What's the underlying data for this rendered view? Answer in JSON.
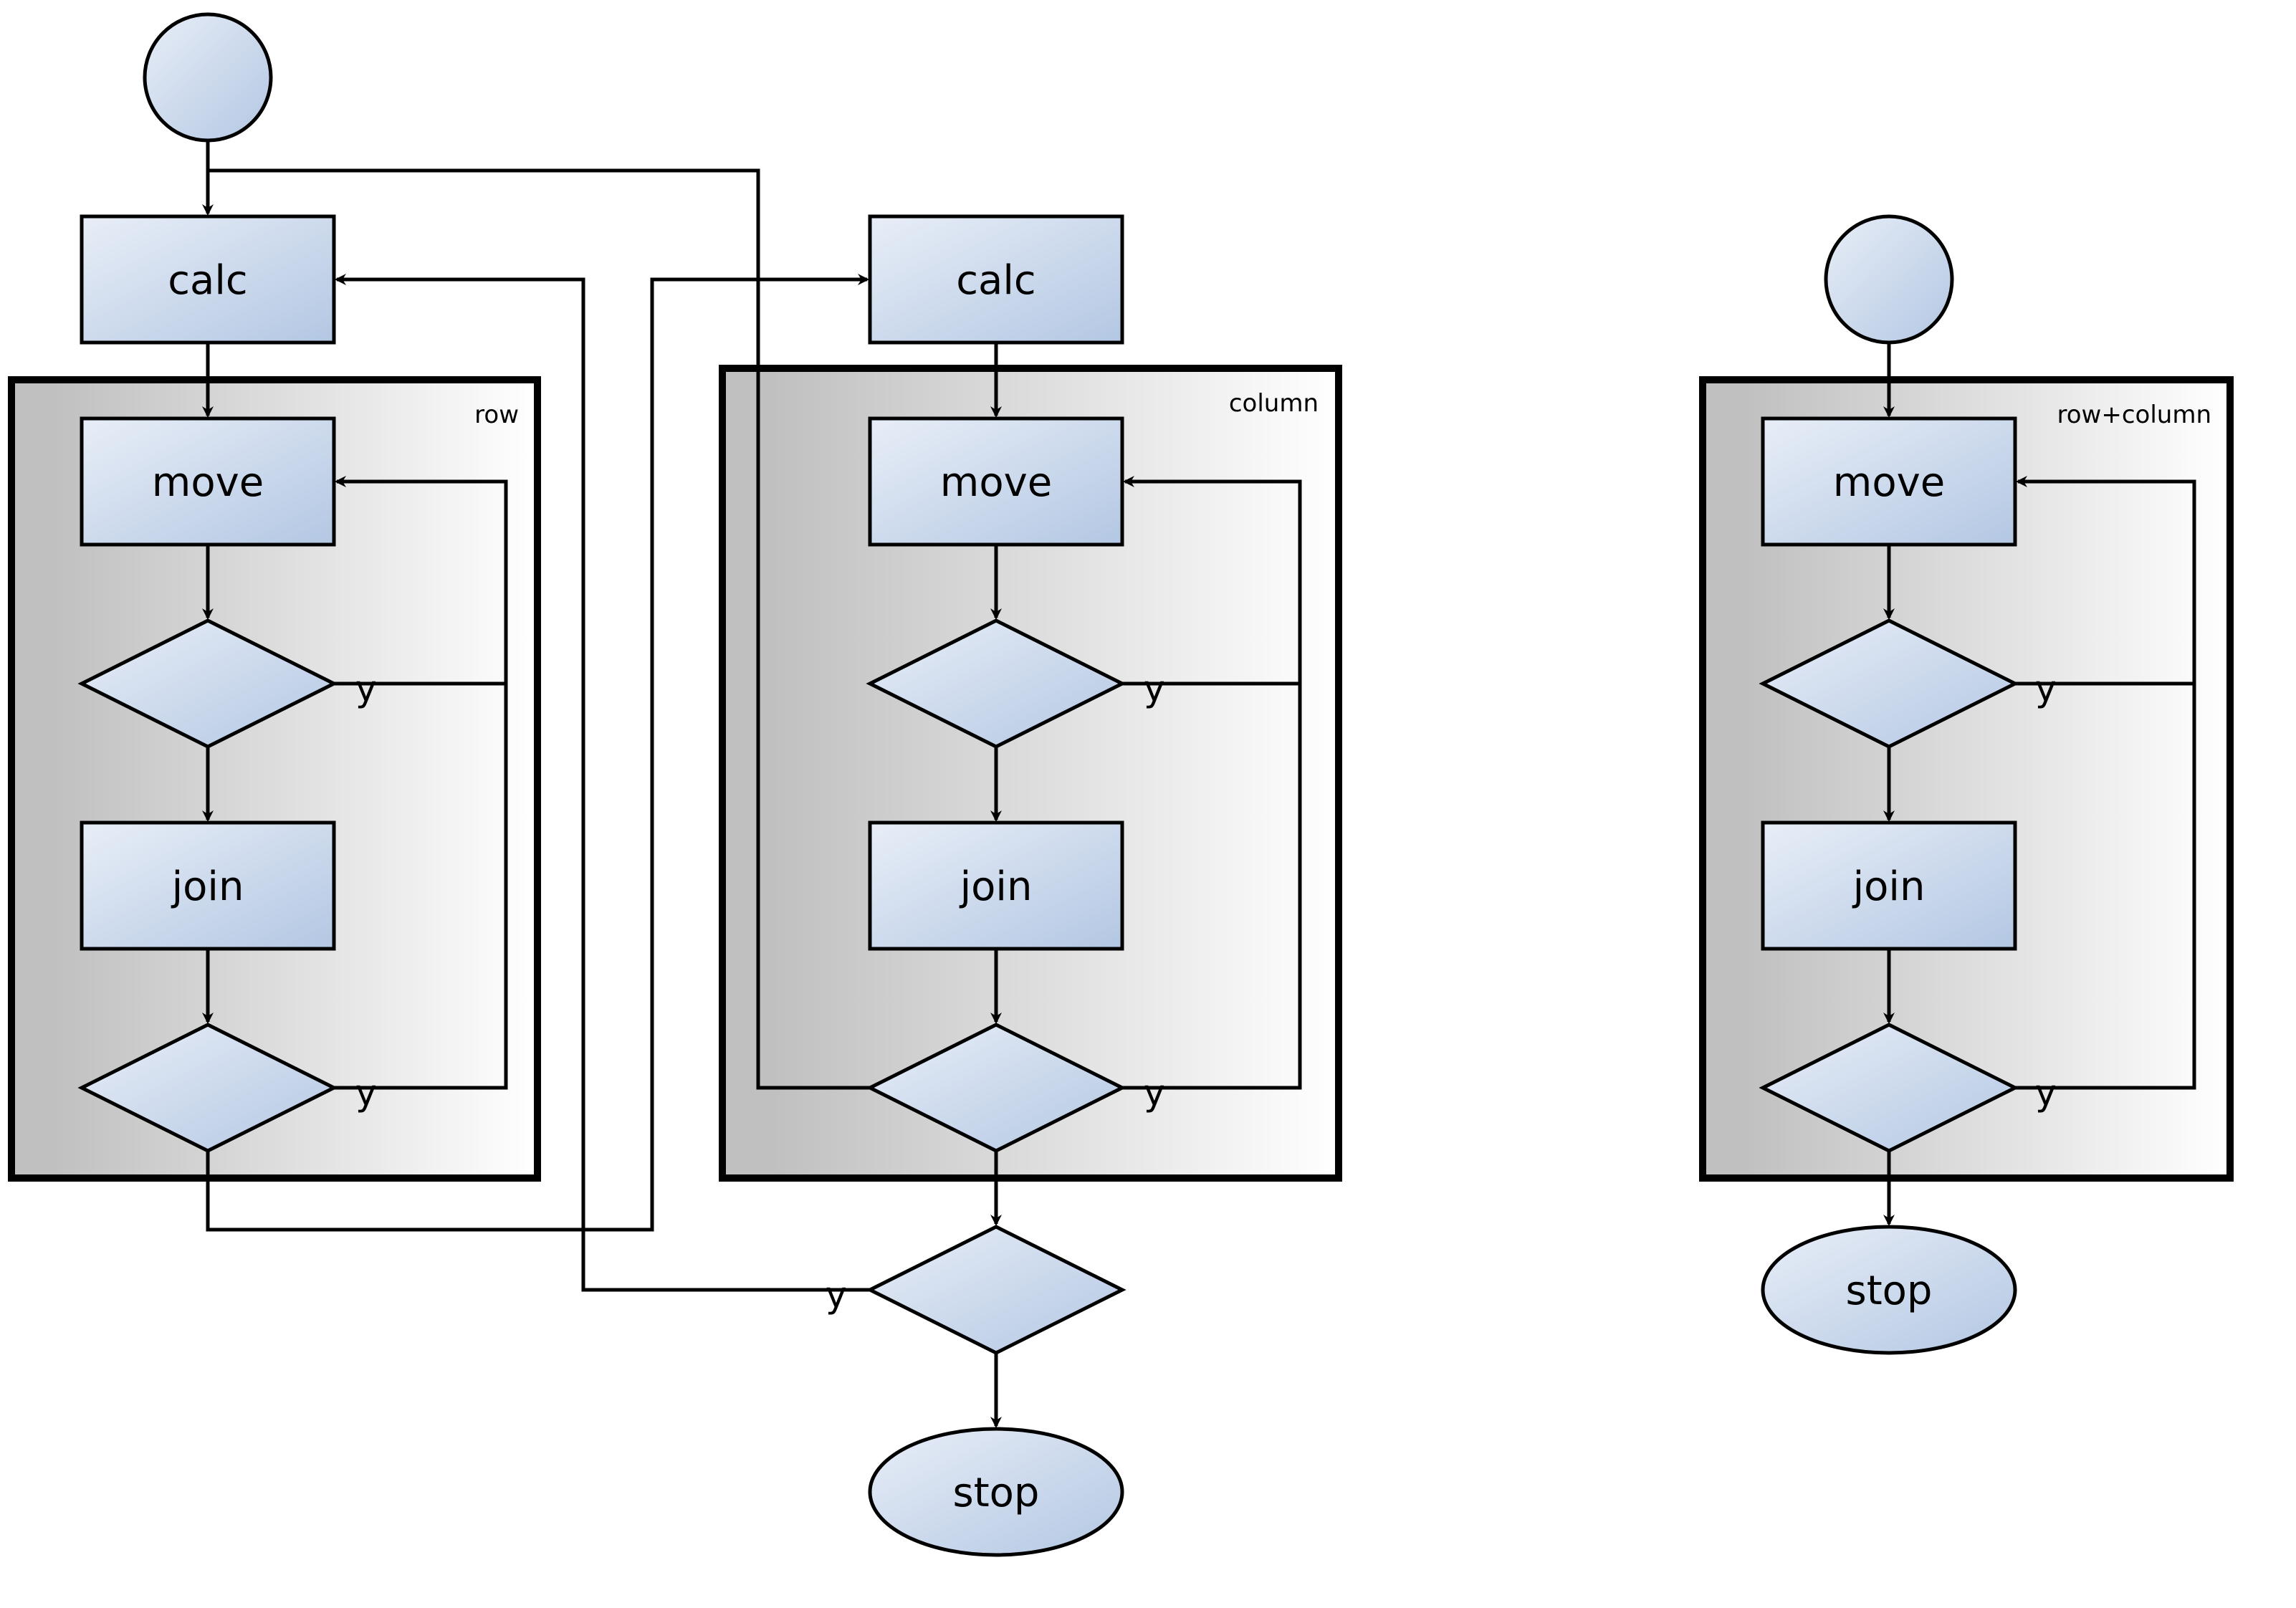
{
  "groups": {
    "row": "row",
    "column": "column",
    "row_column": "row+column"
  },
  "nodes": {
    "calc": "calc",
    "move": "move",
    "join": "join",
    "stop": "stop"
  },
  "edge_labels": {
    "yes": "y"
  },
  "colors": {
    "node_fill_light": "#e8eef7",
    "node_fill_dark": "#b3c7e3",
    "group_fill_dark": "#c0c0c0",
    "group_fill_light": "#ffffff",
    "stroke": "#000000"
  }
}
